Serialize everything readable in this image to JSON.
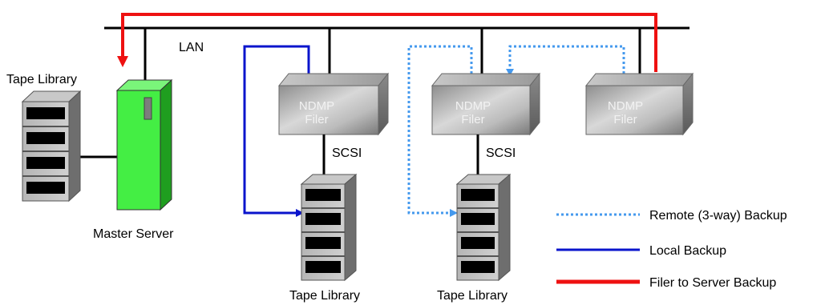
{
  "labels": {
    "lan": "LAN",
    "tape_library_left": "Tape Library",
    "master_server": "Master Server",
    "scsi_1": "SCSI",
    "scsi_2": "SCSI",
    "tape_library_1": "Tape Library",
    "tape_library_2": "Tape Library"
  },
  "filers": [
    {
      "line1": "NDMP",
      "line2": "Filer"
    },
    {
      "line1": "NDMP",
      "line2": "Filer"
    },
    {
      "line1": "NDMP",
      "line2": "Filer"
    }
  ],
  "legend": [
    {
      "label": "Remote (3-way) Backup",
      "color": "#4499ee",
      "style": "dotted"
    },
    {
      "label": "Local Backup",
      "color": "#0a14cc",
      "style": "solid"
    },
    {
      "label": "Filer to Server Backup",
      "color": "#ee1111",
      "style": "solid"
    }
  ],
  "colors": {
    "lan": "#000000",
    "remote": "#4499ee",
    "local": "#0a14cc",
    "filer_to_server": "#ee1111",
    "server": "#44ee44"
  }
}
